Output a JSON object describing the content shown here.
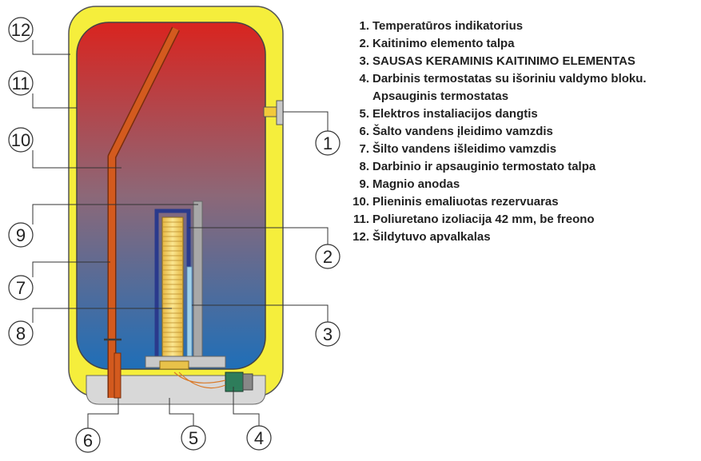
{
  "legend": [
    {
      "num": "1.",
      "text": "Temperatūros indikatorius"
    },
    {
      "num": "2.",
      "text": "Kaitinimo elemento talpa"
    },
    {
      "num": "3.",
      "text": "SAUSAS KERAMINIS KAITINIMO ELEMENTAS"
    },
    {
      "num": "4.",
      "text": "Darbinis termostatas su išoriniu valdymo bloku."
    },
    {
      "num": "",
      "text": "Apsauginis termostatas"
    },
    {
      "num": "5.",
      "text": "Elektros instaliacijos dangtis"
    },
    {
      "num": "6.",
      "text": "Šalto vandens įleidimo vamzdis"
    },
    {
      "num": "7.",
      "text": "Šilto vandens išleidimo vamzdis"
    },
    {
      "num": "8.",
      "text": "Darbinio ir apsauginio termostato talpa"
    },
    {
      "num": "9.",
      "text": "Magnio anodas"
    },
    {
      "num": "10.",
      "text": "Plieninis emaliuotas rezervuaras"
    },
    {
      "num": "11.",
      "text": "Poliuretano izoliacija 42 mm, be freono"
    },
    {
      "num": "12.",
      "text": "Šildytuvo apvalkalas"
    }
  ],
  "callouts": [
    "12",
    "11",
    "10",
    "9",
    "7",
    "8",
    "6",
    "5",
    "4",
    "1",
    "2",
    "3"
  ],
  "colors": {
    "shell": "#f5ee3c",
    "tank_top": "#d9241f",
    "tank_bottom": "#1f6fb8",
    "pipe": "#d35a1e",
    "anode": "#a8a8a8",
    "element_frame": "#2a3a8c",
    "element_core": "#f2cc55",
    "bottom_cover": "#d8d8d8"
  }
}
